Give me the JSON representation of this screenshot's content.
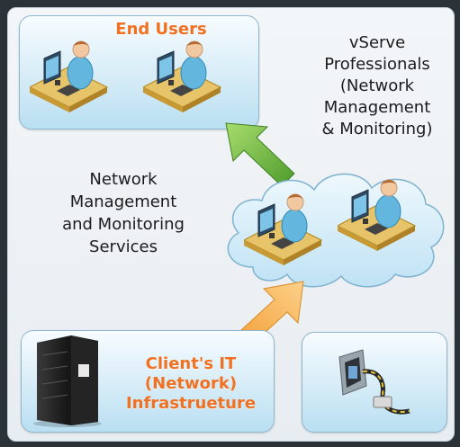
{
  "end_users": {
    "title": "End Users"
  },
  "vserve": {
    "line1": "vServe",
    "line2": "Professionals",
    "line3": "(Network",
    "line4": "Management",
    "line5": "& Monitoring)"
  },
  "services": {
    "line1": "Network",
    "line2": "Management",
    "line3": "and Monitoring",
    "line4": "Services"
  },
  "client": {
    "line1": "Client's IT",
    "line2": "(Network)",
    "line3": "Infrastrueture"
  },
  "colors": {
    "accent_orange": "#f07122",
    "arrow_green": "#6db33f",
    "arrow_orange": "#f6a23a",
    "box_blue": "#c9e8f6",
    "background": "#2b3238"
  },
  "icons": [
    "user-workstation-icon",
    "cloud-icon",
    "server-rack-icon",
    "network-cable-icon",
    "arrow-icon"
  ]
}
